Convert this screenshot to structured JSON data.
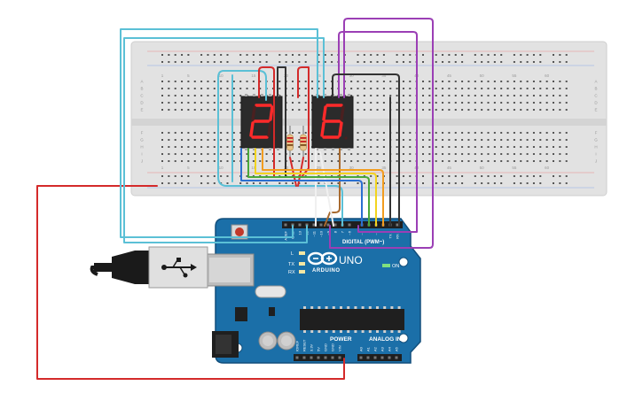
{
  "breadboard": {
    "column_numbers": [
      "1",
      "5",
      "10",
      "15",
      "20",
      "25",
      "30",
      "35",
      "40",
      "45",
      "50",
      "55",
      "60"
    ],
    "row_letters_top": [
      "A",
      "B",
      "C",
      "D",
      "E"
    ],
    "row_letters_bottom": [
      "F",
      "G",
      "H",
      "I",
      "J"
    ]
  },
  "displays": [
    {
      "name": "left-display",
      "digit": "2"
    },
    {
      "name": "right-display",
      "digit": "6"
    }
  ],
  "arduino": {
    "logo_text": "ARDUINO",
    "model_text": "UNO",
    "digital_label": "DIGITAL (PWM~)",
    "power_label": "POWER",
    "analog_label": "ANALOG IN",
    "on_label": "ON",
    "led_labels": {
      "l": "L",
      "tx": "TX",
      "rx": "RX"
    },
    "digital_pins": [
      "AREF",
      "GND",
      "13",
      "12",
      "~11",
      "~10",
      "~9",
      "8",
      "7",
      "~6",
      "~5",
      "4",
      "~3",
      "2",
      "TX 1",
      "RX 0"
    ],
    "power_pins": [
      "IOREF",
      "RESET",
      "3.3V",
      "5V",
      "GND",
      "GND",
      "VIN"
    ],
    "analog_pins": [
      "A0",
      "A1",
      "A2",
      "A3",
      "A4",
      "A5"
    ]
  },
  "colors": {
    "board": "#1b6fa8",
    "board_dark": "#124f7c",
    "breadboard": "#e4e4e4",
    "display_body": "#2b2b2b",
    "segment_on": "#ff2a2a",
    "segment_off": "#4a2020",
    "wire_red": "#d42a2a",
    "wire_cyan": "#5bc0d6",
    "wire_purple": "#9b3fb5",
    "wire_dark": "#333333",
    "wire_brown": "#a86a2f",
    "wire_orange": "#f29c1f",
    "wire_yellow": "#f2d41f",
    "wire_green": "#4aa83a",
    "wire_blue": "#2b6fd0",
    "wire_white": "#f0f0f0",
    "usb": "#1a1a1a"
  }
}
